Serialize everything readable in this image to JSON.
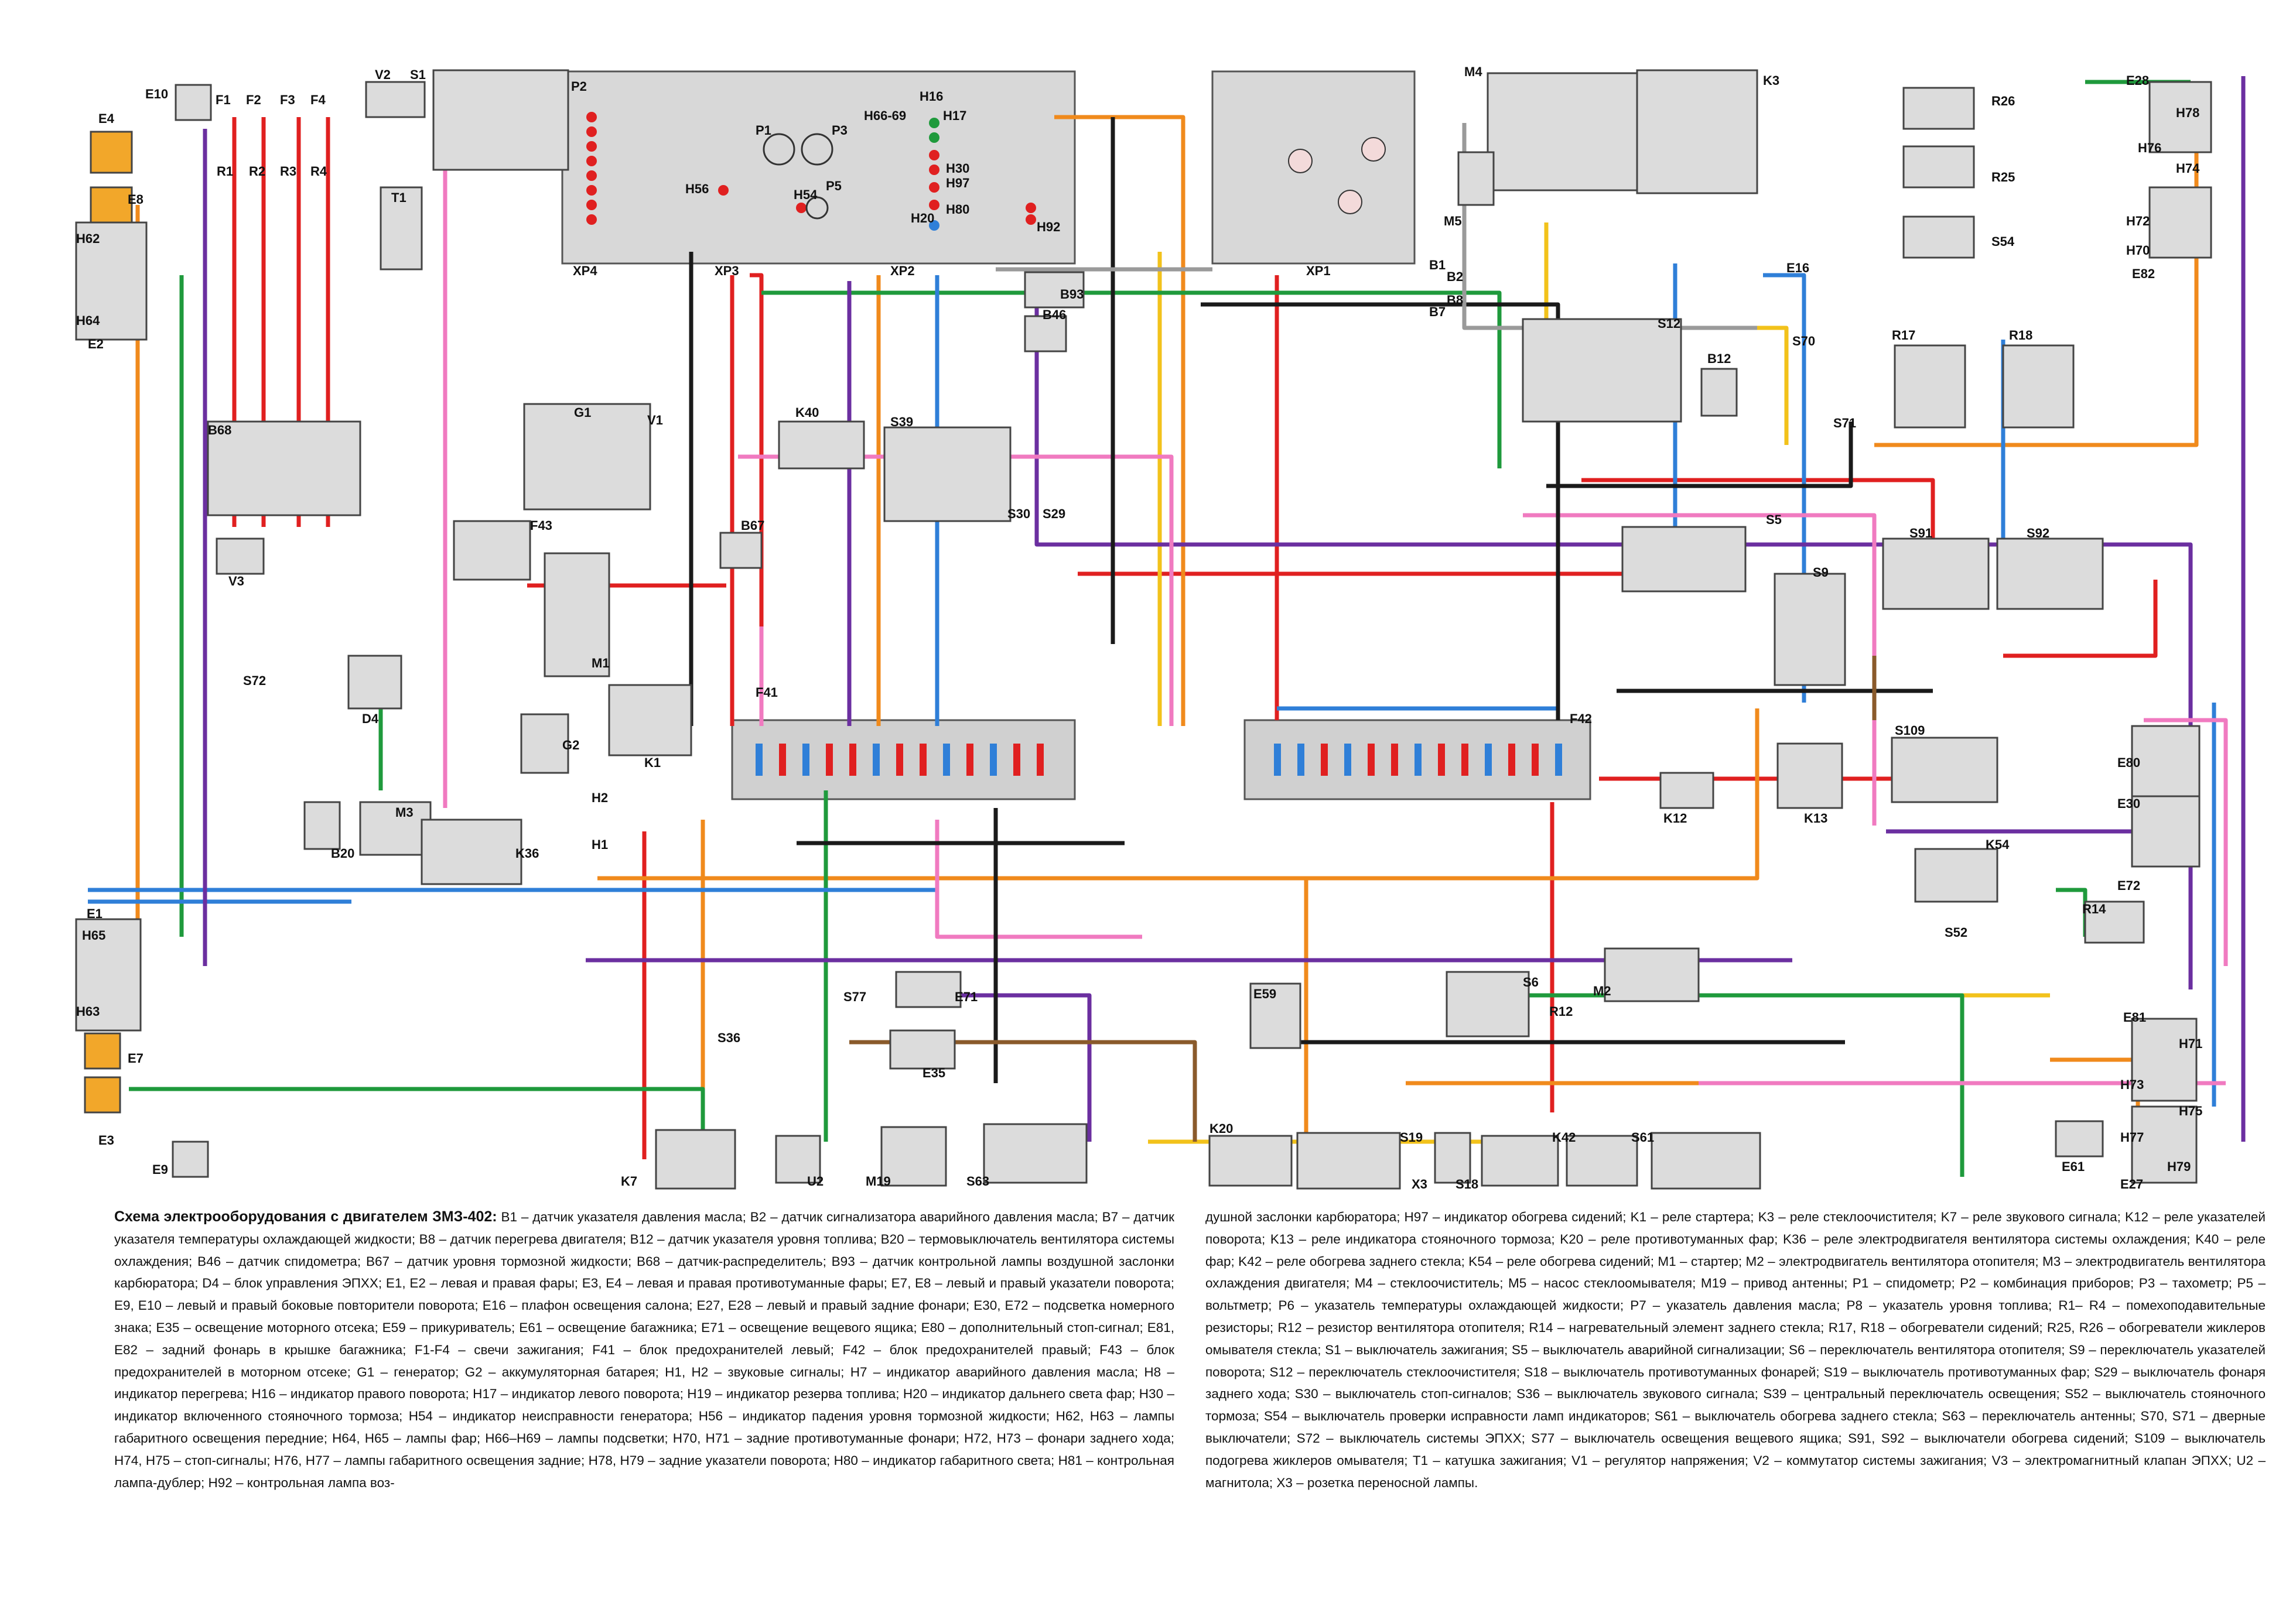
{
  "caption": {
    "title": "Схема электрооборудования с двигателем ЗМЗ-402:",
    "left_body": "B1 – датчик указателя давления масла; B2 – датчик сигнализатора аварийного давления масла; B7 – датчик указателя температуры охлаждающей жидкости; B8 – датчик перегрева двигателя; B12 – датчик указателя уровня топлива; B20 – термовыключатель вентилятора системы охлаждения; B46 – датчик спидометра; B67 – датчик уровня тормозной жидкости; B68 – датчик-распределитель; B93 – датчик контрольной лампы воздушной заслонки карбюратора; D4 – блок управления ЭПХХ; E1, E2 – левая и правая фары; E3, E4 – левая и правая противотуманные фары; E7, E8 – левый и правый указатели поворота; E9, E10 – левый и правый боковые повторители поворота; E16 – плафон освещения салона; E27, E28 – левый и правый задние фонари; E30, E72 – подсветка номерного знака; E35 – освещение моторного отсека; E59 – прикуриватель; E61 – освещение багажника; E71 – освещение вещевого ящика; E80 – дополнительный стоп-сигнал; E81, E82 – задний фонарь в крышке багажника; F1-F4 – свечи зажигания; F41 – блок предохранителей левый; F42 – блок предохранителей правый; F43 – блок предохранителей в моторном отсеке; G1 – генератор; G2 – аккумуляторная батарея; H1, H2 – звуковые сигналы; H7 – индикатор аварийного давления масла; H8 – индикатор перегрева; H16 – индикатор правого поворота; H17 – индикатор левого поворота; H19 – индикатор резерва топлива; H20 – индикатор дальнего света фар; H30 – индикатор включенного стояночного тормоза; H54 – индикатор неисправности генератора; H56 – индикатор падения уровня тормозной жидкости; H62, H63 – лампы габаритного освещения передние; H64, H65 – лампы фар; H66–H69 – лампы подсветки; H70, H71 – задние противотуманные фонари; H72, H73 – фонари заднего хода; H74, H75 – стоп-сигналы; H76, H77 – лампы габаритного освещения задние; H78, H79 – задние указатели поворота; H80 – индикатор габаритного света; H81 – контрольная лампа-дублер; H92 – контрольная лампа воз-",
    "right_body": "душной заслонки карбюратора; H97 – индикатор обогрева сидений; K1 – реле стартера; K3 – реле стеклоочистителя; K7 – реле звукового сигнала; K12 – реле указателей поворота; K13 – реле индикатора стояночного тормоза; K20 – реле противотуманных фар; K36 – реле электродвигателя вентилятора системы охлаждения; K40 – реле фар; K42 – реле обогрева заднего стекла; K54 – реле обогрева сидений; M1 – стартер; M2 – электродвигатель вентилятора отопителя; M3 – электродвигатель вентилятора охлаждения двигателя; M4 – стеклоочиститель; M5 – насос стеклоомывателя; M19 – привод антенны; P1 – спидометр; P2 – комбинация приборов; P3 – тахометр; P5 – вольтметр; P6 – указатель температуры охлаждающей жидкости; P7 – указатель давления масла; P8 – указатель уровня топлива; R1– R4 – помехоподавительные резисторы; R12 – резистор вентилятора отопителя; R14 – нагревательный элемент заднего стекла; R17, R18 – обогреватели сидений; R25, R26 – обогреватели жиклеров омывателя стекла; S1 – выключатель зажигания; S5 – выключатель аварийной сигнализации; S6 – переключатель вентилятора отопителя; S9 – переключатель указателей поворота; S12 – переключатель стеклоочистителя; S18 – выключатель противотуманных фонарей; S19 – выключатель противотуманных фар; S29 – выключатель фонаря заднего хода; S30 – выключатель стоп-сигналов; S36 – выключатель звукового сигнала; S39 – центральный переключатель освещения; S52 – выключатель стояночного тормоза; S54 – выключатель проверки исправности ламп индикаторов; S61 – выключатель обогрева заднего стекла; S63 – переключатель антенны; S70, S71 – дверные выключатели; S72 – выключатель системы ЭПХХ; S77 – выключатель освещения вещевого ящика; S91, S92 – выключатели обогрева сидений; S109 – выключатель подогрева жиклеров омывателя; T1 – катушка зажигания; V1 – регулятор напряжения; V2 – коммутатор системы зажигания; V3 – электромагнитный клапан ЭПХХ; U2 – магнитола; X3 – розетка переносной лампы."
  },
  "components": [
    {
      "id": "E10",
      "text": "E10"
    },
    {
      "id": "F1",
      "text": "F1"
    },
    {
      "id": "F2",
      "text": "F2"
    },
    {
      "id": "F3",
      "text": "F3"
    },
    {
      "id": "F4",
      "text": "F4"
    },
    {
      "id": "R1",
      "text": "R1"
    },
    {
      "id": "R2",
      "text": "R2"
    },
    {
      "id": "R3",
      "text": "R3"
    },
    {
      "id": "R4",
      "text": "R4"
    },
    {
      "id": "V2",
      "text": "V2"
    },
    {
      "id": "S1",
      "text": "S1"
    },
    {
      "id": "P2",
      "text": "P2"
    },
    {
      "id": "E4",
      "text": "E4"
    },
    {
      "id": "E8",
      "text": "E8"
    },
    {
      "id": "H62",
      "text": "H62"
    },
    {
      "id": "H64",
      "text": "H64"
    },
    {
      "id": "E2",
      "text": "E2"
    },
    {
      "id": "T1",
      "text": "T1"
    },
    {
      "id": "B68",
      "text": "B68"
    },
    {
      "id": "V3",
      "text": "V3"
    },
    {
      "id": "S72",
      "text": "S72"
    },
    {
      "id": "D4",
      "text": "D4"
    },
    {
      "id": "G1",
      "text": "G1"
    },
    {
      "id": "V1",
      "text": "V1"
    },
    {
      "id": "F43",
      "text": "F43"
    },
    {
      "id": "M1",
      "text": "M1"
    },
    {
      "id": "G2",
      "text": "G2"
    },
    {
      "id": "K1",
      "text": "K1"
    },
    {
      "id": "H2",
      "text": "H2"
    },
    {
      "id": "H1",
      "text": "H1"
    },
    {
      "id": "M3",
      "text": "M3"
    },
    {
      "id": "B20",
      "text": "B20"
    },
    {
      "id": "K36",
      "text": "K36"
    },
    {
      "id": "E1",
      "text": "E1"
    },
    {
      "id": "H65",
      "text": "H65"
    },
    {
      "id": "H63",
      "text": "H63"
    },
    {
      "id": "E7",
      "text": "E7"
    },
    {
      "id": "E3",
      "text": "E3"
    },
    {
      "id": "E9",
      "text": "E9"
    },
    {
      "id": "K7",
      "text": "K7"
    },
    {
      "id": "U2",
      "text": "U2"
    },
    {
      "id": "M19",
      "text": "M19"
    },
    {
      "id": "S63",
      "text": "S63"
    },
    {
      "id": "S36",
      "text": "S36"
    },
    {
      "id": "S77",
      "text": "S77"
    },
    {
      "id": "E71",
      "text": "E71"
    },
    {
      "id": "E35",
      "text": "E35"
    },
    {
      "id": "XP4",
      "text": "XP4"
    },
    {
      "id": "XP3",
      "text": "XP3"
    },
    {
      "id": "XP2",
      "text": "XP2"
    },
    {
      "id": "XP1",
      "text": "XP1"
    },
    {
      "id": "H16",
      "text": "H16"
    },
    {
      "id": "H17",
      "text": "H17"
    },
    {
      "id": "H66-69",
      "text": "H66-69"
    },
    {
      "id": "H56",
      "text": "H56"
    },
    {
      "id": "H54",
      "text": "H54"
    },
    {
      "id": "P1",
      "text": "P1"
    },
    {
      "id": "P3",
      "text": "P3"
    },
    {
      "id": "P5",
      "text": "P5"
    },
    {
      "id": "H30",
      "text": "H30"
    },
    {
      "id": "H97",
      "text": "H97"
    },
    {
      "id": "H20",
      "text": "H20"
    },
    {
      "id": "H80",
      "text": "H80"
    },
    {
      "id": "H92",
      "text": "H92"
    },
    {
      "id": "B93",
      "text": "B93"
    },
    {
      "id": "B46",
      "text": "B46"
    },
    {
      "id": "K40",
      "text": "K40"
    },
    {
      "id": "B67",
      "text": "B67"
    },
    {
      "id": "S39",
      "text": "S39"
    },
    {
      "id": "S30",
      "text": "S30"
    },
    {
      "id": "S29",
      "text": "S29"
    },
    {
      "id": "F41",
      "text": "F41"
    },
    {
      "id": "F42",
      "text": "F42"
    },
    {
      "id": "B1",
      "text": "B1"
    },
    {
      "id": "B2",
      "text": "B2"
    },
    {
      "id": "B7",
      "text": "B7"
    },
    {
      "id": "B8",
      "text": "B8"
    },
    {
      "id": "M4",
      "text": "M4"
    },
    {
      "id": "M5",
      "text": "M5"
    },
    {
      "id": "K3",
      "text": "K3"
    },
    {
      "id": "S12",
      "text": "S12"
    },
    {
      "id": "B12",
      "text": "B12"
    },
    {
      "id": "E16",
      "text": "E16"
    },
    {
      "id": "S70",
      "text": "S70"
    },
    {
      "id": "S71",
      "text": "S71"
    },
    {
      "id": "R26",
      "text": "R26"
    },
    {
      "id": "R25",
      "text": "R25"
    },
    {
      "id": "S54",
      "text": "S54"
    },
    {
      "id": "E28",
      "text": "E28"
    },
    {
      "id": "H78",
      "text": "H78"
    },
    {
      "id": "H76",
      "text": "H76"
    },
    {
      "id": "H74",
      "text": "H74"
    },
    {
      "id": "H72",
      "text": "H72"
    },
    {
      "id": "H70",
      "text": "H70"
    },
    {
      "id": "E82",
      "text": "E82"
    },
    {
      "id": "R17",
      "text": "R17"
    },
    {
      "id": "R18",
      "text": "R18"
    },
    {
      "id": "S91",
      "text": "S91"
    },
    {
      "id": "S92",
      "text": "S92"
    },
    {
      "id": "S5",
      "text": "S5"
    },
    {
      "id": "S9",
      "text": "S9"
    },
    {
      "id": "K12",
      "text": "K12"
    },
    {
      "id": "K13",
      "text": "K13"
    },
    {
      "id": "S109",
      "text": "S109"
    },
    {
      "id": "E80",
      "text": "E80"
    },
    {
      "id": "E30",
      "text": "E30"
    },
    {
      "id": "E72",
      "text": "E72"
    },
    {
      "id": "K54",
      "text": "K54"
    },
    {
      "id": "S52",
      "text": "S52"
    },
    {
      "id": "R14",
      "text": "R14"
    },
    {
      "id": "E59",
      "text": "E59"
    },
    {
      "id": "S6",
      "text": "S6"
    },
    {
      "id": "M2",
      "text": "M2"
    },
    {
      "id": "R12",
      "text": "R12"
    },
    {
      "id": "E81",
      "text": "E81"
    },
    {
      "id": "H71",
      "text": "H71"
    },
    {
      "id": "H73",
      "text": "H73"
    },
    {
      "id": "H75",
      "text": "H75"
    },
    {
      "id": "H77",
      "text": "H77"
    },
    {
      "id": "H79",
      "text": "H79"
    },
    {
      "id": "E61",
      "text": "E61"
    },
    {
      "id": "E27",
      "text": "E27"
    },
    {
      "id": "K20",
      "text": "K20"
    },
    {
      "id": "S19",
      "text": "S19"
    },
    {
      "id": "X3",
      "text": "X3"
    },
    {
      "id": "S18",
      "text": "S18"
    },
    {
      "id": "K42",
      "text": "K42"
    },
    {
      "id": "S61",
      "text": "S61"
    }
  ],
  "colors": {
    "red": "#e02020",
    "orange": "#f08a1c",
    "yellow": "#f2c21b",
    "green": "#1f9a3c",
    "blue": "#2f7fd8",
    "purple": "#6b2fa0",
    "pink": "#f07ac0",
    "black": "#1a1a1a",
    "brown": "#8a5a2b",
    "grey": "#9a9a9a",
    "panel": "#d6d6d6"
  }
}
